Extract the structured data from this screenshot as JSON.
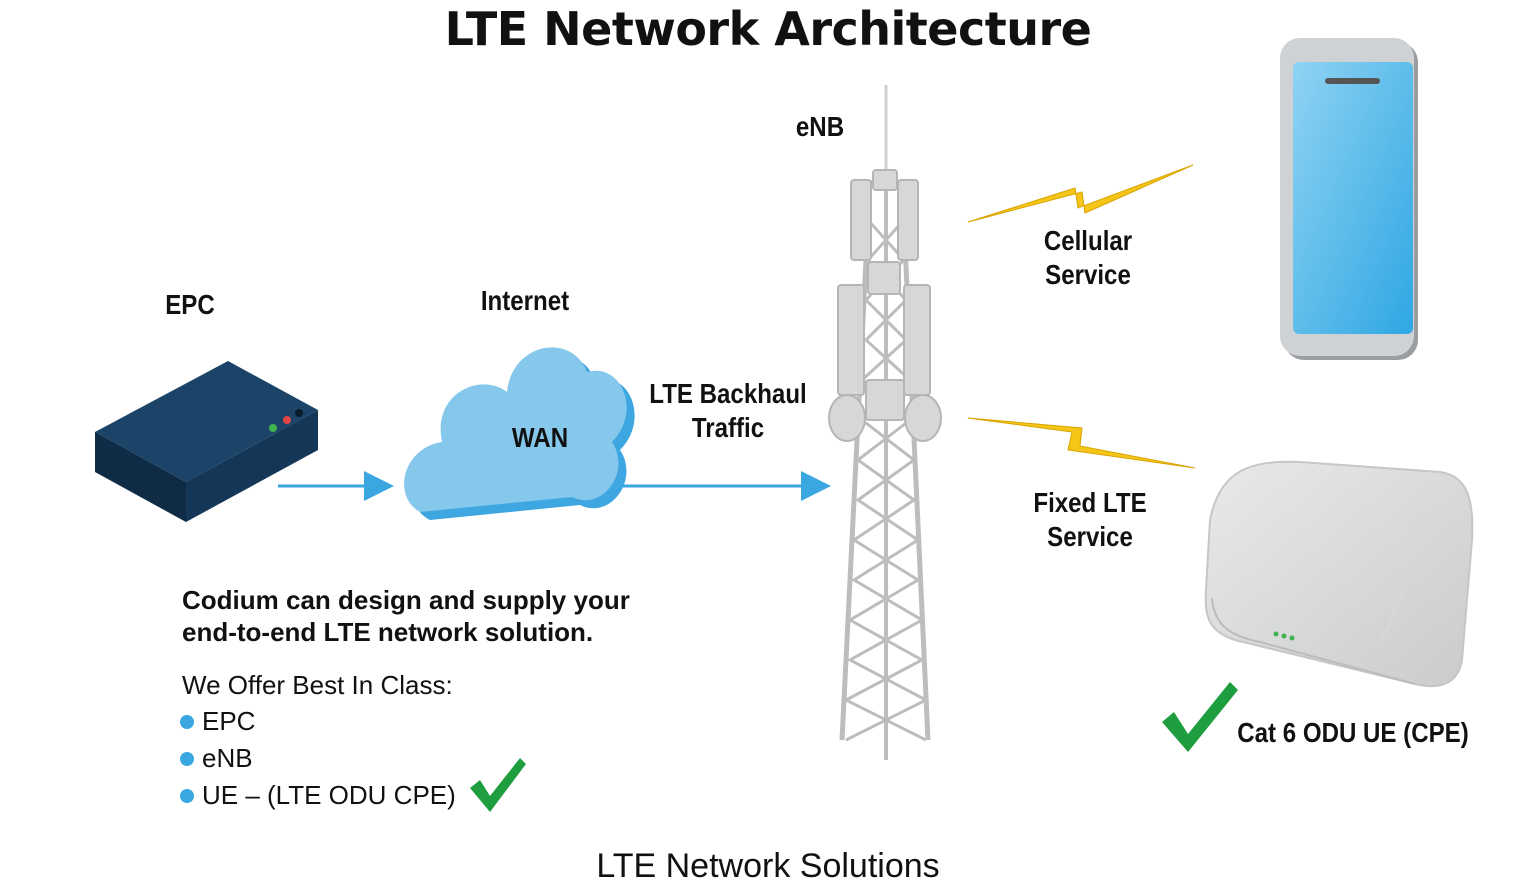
{
  "title": "LTE Network Architecture",
  "labels": {
    "enb": "eNB",
    "epc": "EPC",
    "internet": "Internet",
    "wan": "WAN",
    "backhaul_line1": "LTE Backhaul",
    "backhaul_line2": "Traffic",
    "cellular_line1": "Cellular",
    "cellular_line2": "Service",
    "fixed_line1": "Fixed LTE",
    "fixed_line2": "Service",
    "cpe": "Cat 6 ODU UE (CPE)"
  },
  "description": {
    "line1": "Codium can design and supply your",
    "line2": "end-to-end LTE network solution.",
    "offer_heading": "We Offer Best In Class:",
    "items": [
      "EPC",
      "eNB",
      "UE – (LTE ODU CPE)"
    ]
  },
  "footer": "LTE Network Solutions",
  "colors": {
    "arrow": "#3aa7e1",
    "cloud_light": "#86c7ec",
    "cloud_dark": "#3ea6e0",
    "epc_box": "#173a5c",
    "lightning": "#f5c518",
    "check": "#1e9e3e",
    "phone_screen": "#4db8ea"
  },
  "icons": [
    "epc-box-icon",
    "cloud-icon",
    "tower-icon",
    "phone-icon",
    "cpe-device-icon",
    "lightning-icon",
    "check-icon"
  ]
}
